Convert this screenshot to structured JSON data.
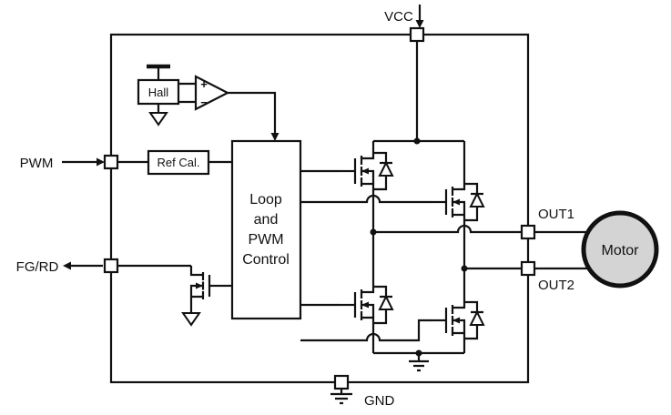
{
  "labels": {
    "vcc": "VCC",
    "pwm": "PWM",
    "fg_rd": "FG/RD",
    "out1": "OUT1",
    "out2": "OUT2",
    "gnd": "GND"
  },
  "blocks": {
    "hall": "Hall",
    "ref_cal": "Ref Cal.",
    "loop_control": {
      "line1": "Loop",
      "line2": "and",
      "line3": "PWM",
      "line4": "Control"
    },
    "motor": "Motor"
  },
  "comparator": {
    "plus": "+",
    "minus": "−"
  },
  "colors": {
    "wire": "#111111",
    "block_fill": "#ffffff",
    "motor_fill": "#d4d4d4",
    "background": "#ffffff"
  }
}
